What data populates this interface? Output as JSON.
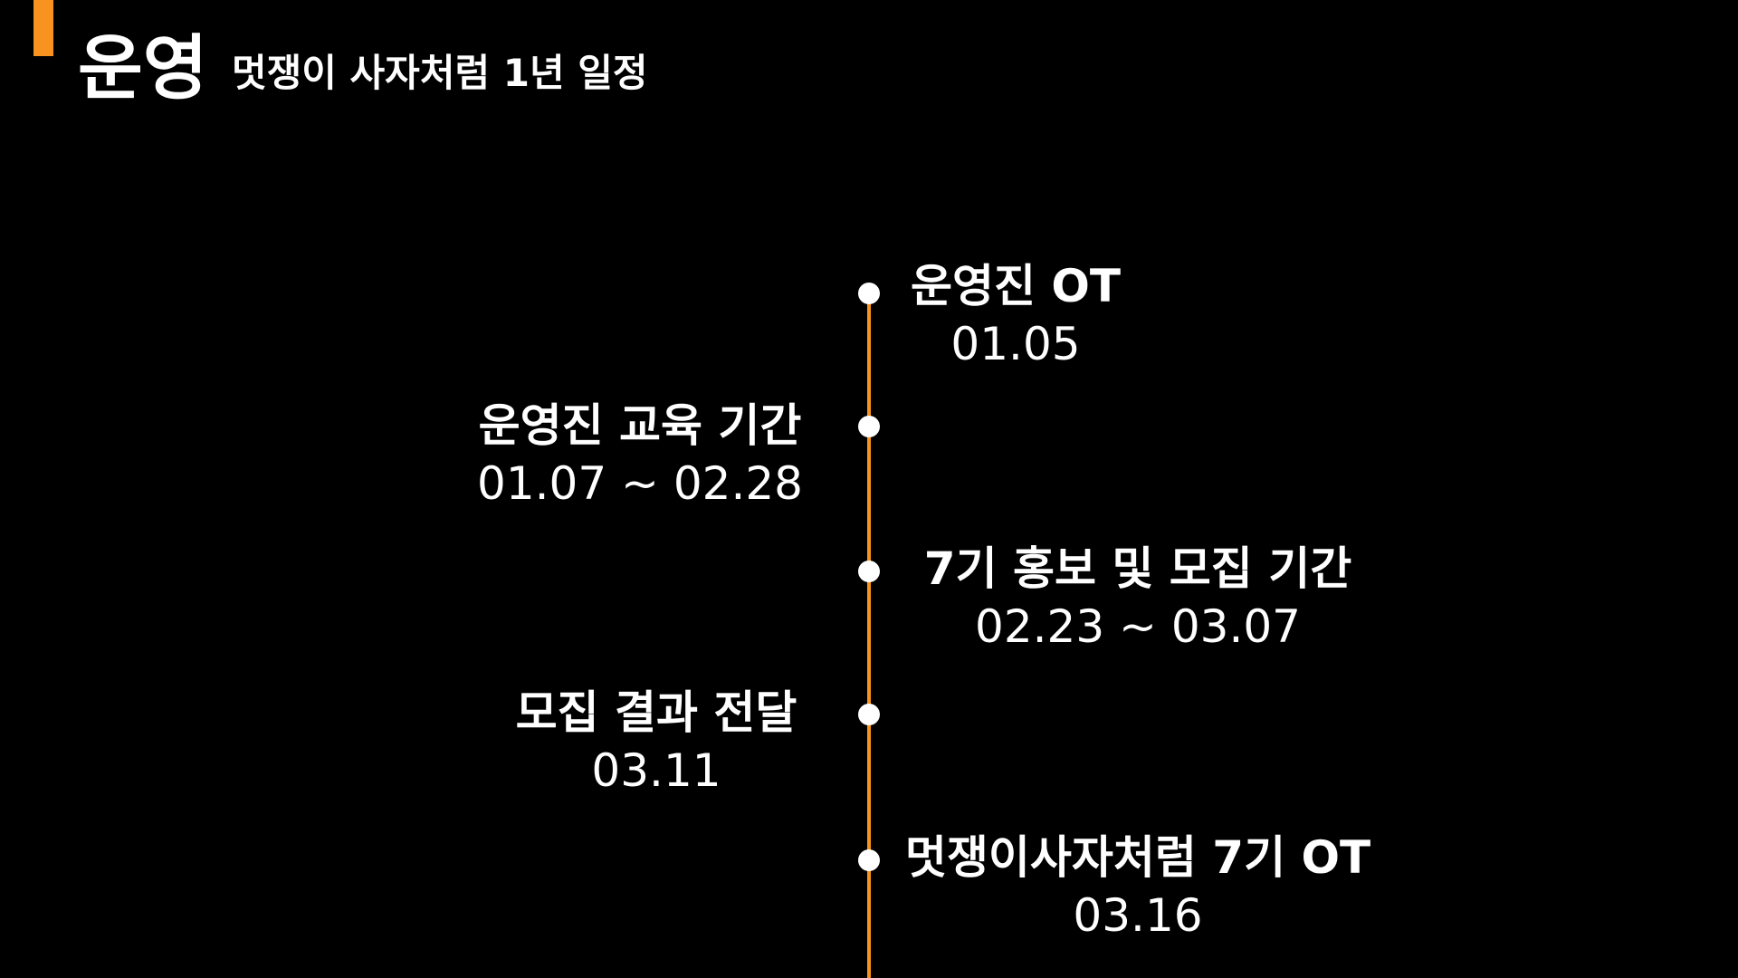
{
  "header": {
    "title": "운영",
    "subtitle": "멋쟁이 사자처럼 1년 일정"
  },
  "timeline": {
    "line_color": "#f7931e",
    "dot_color": "#ffffff",
    "events": [
      {
        "label": "운영진 OT",
        "date": "01.05",
        "side": "right"
      },
      {
        "label": "운영진 교육 기간",
        "date": "01.07 ~ 02.28",
        "side": "left"
      },
      {
        "label": "7기 홍보 및 모집 기간",
        "date": "02.23 ~ 03.07",
        "side": "right"
      },
      {
        "label": "모집 결과 전달",
        "date": "03.11",
        "side": "left"
      },
      {
        "label": "멋쟁이사자처럼 7기 OT",
        "date": "03.16",
        "side": "right"
      }
    ]
  }
}
